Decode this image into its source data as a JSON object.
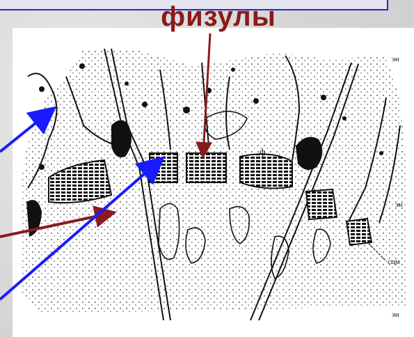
{
  "title_label": "физулы",
  "annotations": {
    "top_right": "эн",
    "phi": "ф",
    "right_mid": "эн",
    "scm": "сцм",
    "bottom_right": "эн"
  },
  "colors": {
    "title": "#8b1a1a",
    "arrow_blue": "#1a1aff",
    "arrow_red": "#8b1a1a",
    "ink": "#111111"
  }
}
